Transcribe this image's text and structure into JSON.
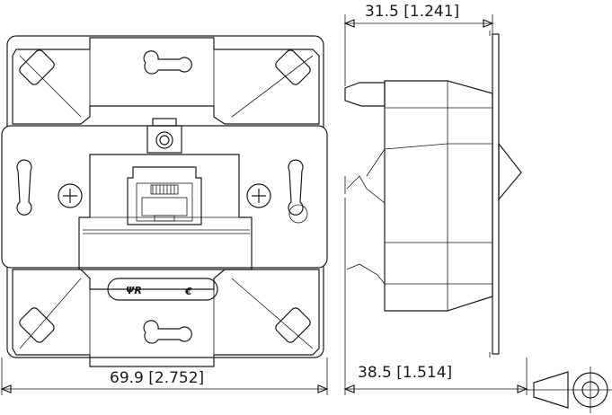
{
  "dimensions": {
    "front_width": "69.9 [2.752]",
    "side_depth_top": "31.5 [1.241]",
    "side_depth_bottom": "38.5 [1.514]"
  },
  "markings": {
    "logo": "ΨR",
    "symbol": "€"
  }
}
